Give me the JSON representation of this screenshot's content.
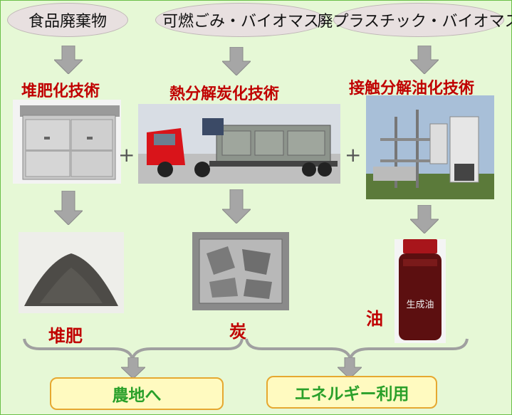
{
  "sources": [
    "食品廃棄物",
    "可燃ごみ・バイオマス",
    "廃プラスチック・バイオマス"
  ],
  "technologies": [
    "堆肥化技術",
    "熱分解炭化技術",
    "接触分解油化技術"
  ],
  "plus_sign": "+",
  "products": [
    "堆肥",
    "炭",
    "油"
  ],
  "jar_label": "生成油",
  "results": [
    "農地へ",
    "エネルギー利用"
  ],
  "colors": {
    "background": "#e6f8d6",
    "tech_text": "#c00000",
    "result_text": "#2aa02a",
    "result_border": "#e6a830",
    "arrow": "#a6a6a6"
  }
}
